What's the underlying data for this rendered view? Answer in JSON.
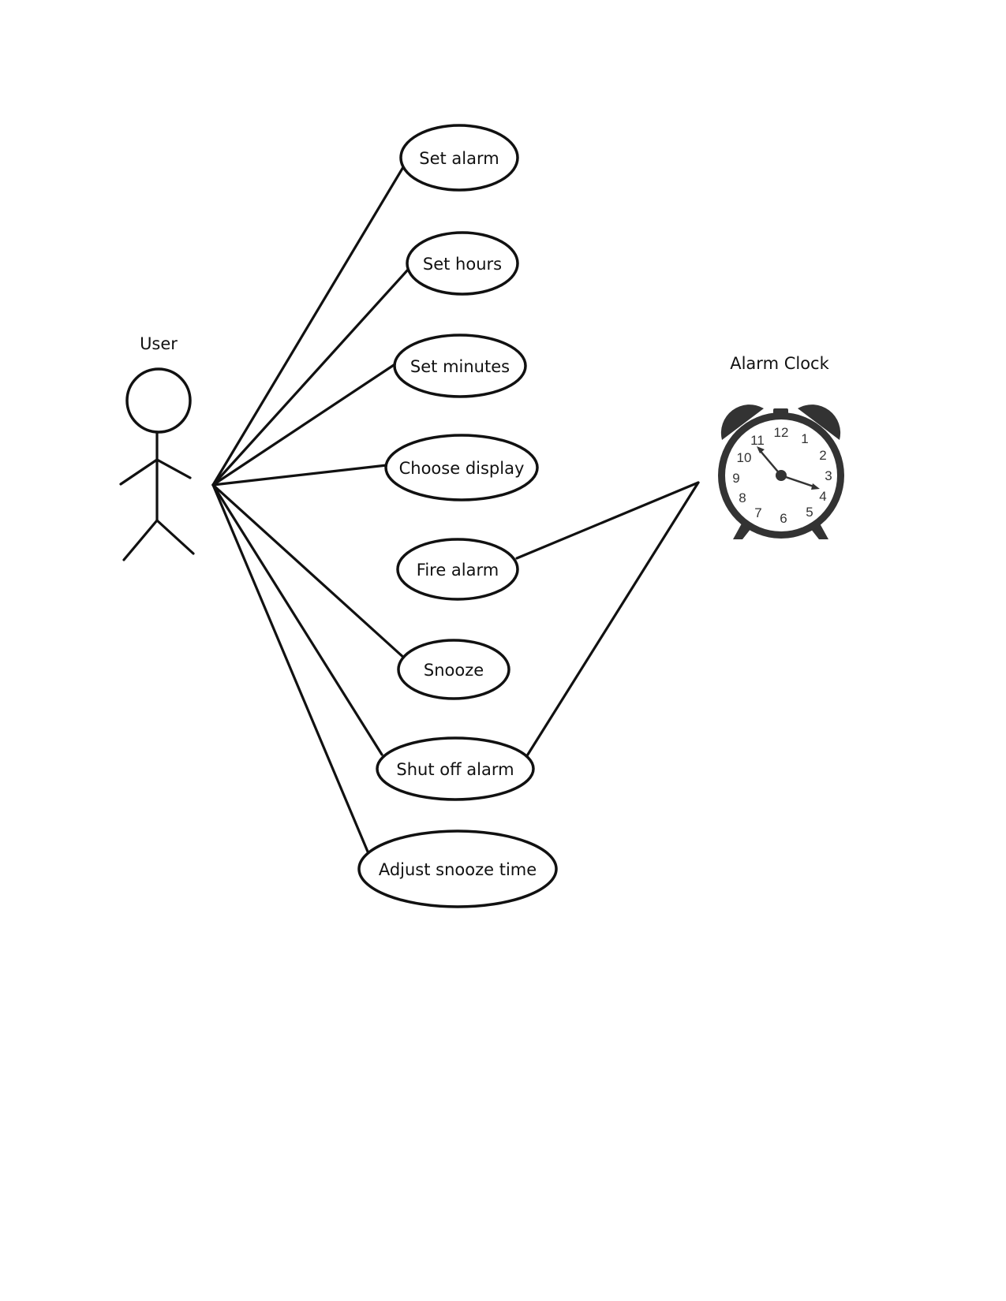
{
  "actors": {
    "user": {
      "label": "User"
    },
    "system": {
      "label": "Alarm Clock"
    }
  },
  "use_cases": [
    {
      "id": "set-alarm",
      "label": "Set alarm"
    },
    {
      "id": "set-hours",
      "label": "Set hours"
    },
    {
      "id": "set-minutes",
      "label": "Set minutes"
    },
    {
      "id": "choose-display",
      "label": "Choose display"
    },
    {
      "id": "fire-alarm",
      "label": "Fire alarm"
    },
    {
      "id": "snooze",
      "label": "Snooze"
    },
    {
      "id": "shut-off-alarm",
      "label": "Shut off alarm"
    },
    {
      "id": "adjust-snooze-time",
      "label": "Adjust snooze time"
    }
  ],
  "clock": {
    "numbers": [
      "12",
      "1",
      "2",
      "3",
      "4",
      "5",
      "6",
      "7",
      "8",
      "9",
      "10",
      "11"
    ],
    "body_color": "#333333"
  }
}
